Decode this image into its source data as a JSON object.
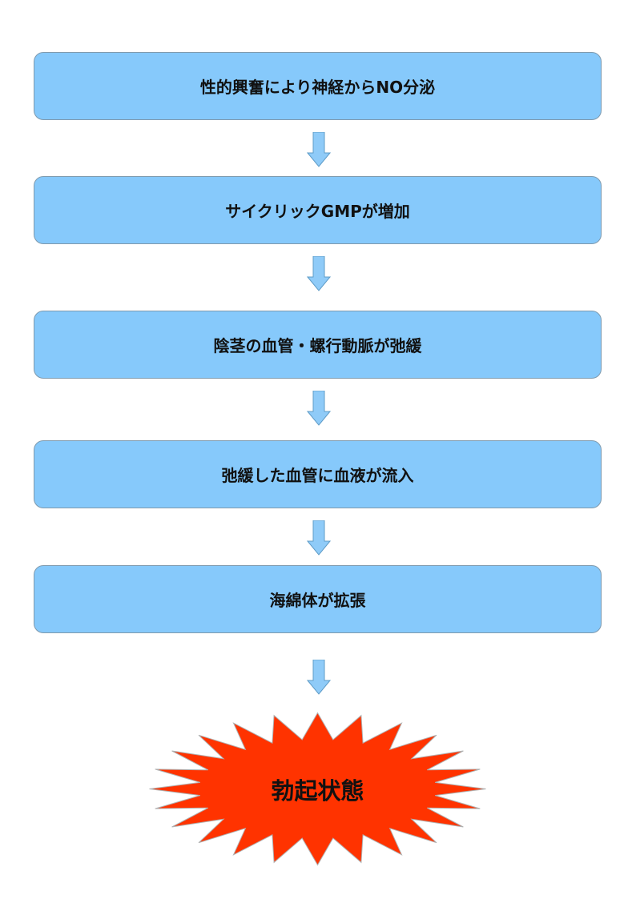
{
  "steps": [
    {
      "label": "性的興奮により神経からNO分泌"
    },
    {
      "label": "サイクリックGMPが増加"
    },
    {
      "label": "陰茎の血管・螺行動脈が弛緩"
    },
    {
      "label": "弛緩した血管に血液が流入"
    },
    {
      "label": "海綿体が拡張"
    }
  ],
  "result": {
    "label": "勃起状態"
  },
  "colors": {
    "box_fill": "#86c9fb",
    "box_border": "#7f9aae",
    "arrow_fill": "#8fcbf8",
    "arrow_stroke": "#5f9cc7",
    "burst_fill": "#ff3300",
    "burst_stroke": "#b0b0b0"
  }
}
